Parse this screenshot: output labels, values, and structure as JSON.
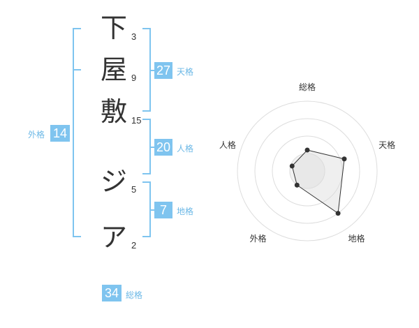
{
  "name": {
    "chars": [
      {
        "char": "下",
        "strokes": "3"
      },
      {
        "char": "屋",
        "strokes": "9"
      },
      {
        "char": "敷",
        "strokes": "15"
      },
      {
        "char": "ジ",
        "strokes": "5"
      },
      {
        "char": "ア",
        "strokes": "2"
      }
    ]
  },
  "fortune": {
    "tenkaku": {
      "value": "27",
      "label": "天格"
    },
    "jinkaku": {
      "value": "20",
      "label": "人格"
    },
    "chikaku": {
      "value": "7",
      "label": "地格"
    },
    "gaikaku": {
      "value": "14",
      "label": "外格"
    },
    "soukaku": {
      "value": "34",
      "label": "総格"
    }
  },
  "colors": {
    "accent": "#7fc4ef",
    "accent_text": "#6cb8e6"
  },
  "chart_data": {
    "type": "radar",
    "axes": [
      "総格",
      "天格",
      "地格",
      "外格",
      "人格"
    ],
    "values": [
      0.42,
      0.78,
      1.05,
      0.35,
      0.32
    ],
    "rings": 4,
    "range": [
      0,
      1.4
    ]
  }
}
